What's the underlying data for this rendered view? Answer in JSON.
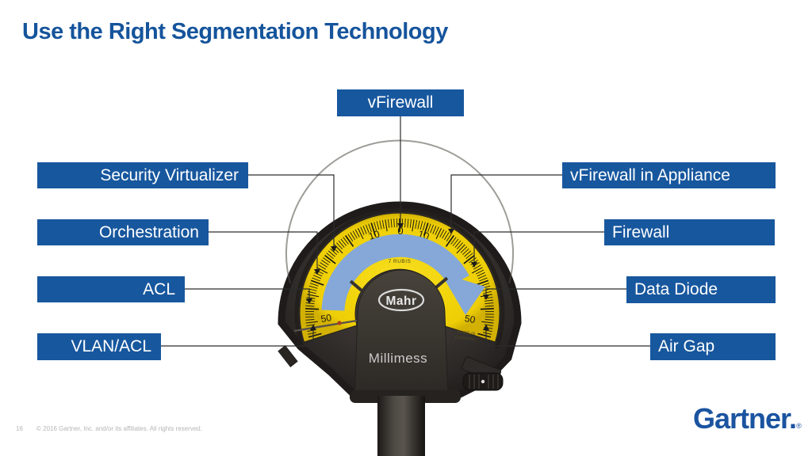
{
  "slide": {
    "title": "Use the Right Segmentation Technology",
    "page_number": "16",
    "copyright": "© 2016 Gartner, Inc. and/or its affiliates. All rights reserved.",
    "logo": {
      "text": "Gartner.",
      "registered": "®"
    }
  },
  "callouts": {
    "top_center": "vFirewall",
    "left": [
      "Security Virtualizer",
      "Orchestration",
      "ACL",
      "VLAN/ACL"
    ],
    "right": [
      "vFirewall in Appliance",
      "Firewall",
      "Data Diode",
      "Air Gap"
    ]
  },
  "gauge": {
    "brand": "Mahr",
    "model": "Millimess",
    "jewels_label": "7 RUBIS",
    "origin_line1": "MADE IN",
    "origin_line2": "GERMANY",
    "scale": {
      "left_10": "10",
      "zero": "0",
      "right_10": "10",
      "left_50": "50",
      "right_50": "50"
    }
  },
  "colors": {
    "callout_blue": "#17579E",
    "title_blue": "#15549C",
    "logo_blue": "#1B54A0",
    "band_blue": "#85A8D8",
    "dial_yellow": "#F2D40B"
  }
}
